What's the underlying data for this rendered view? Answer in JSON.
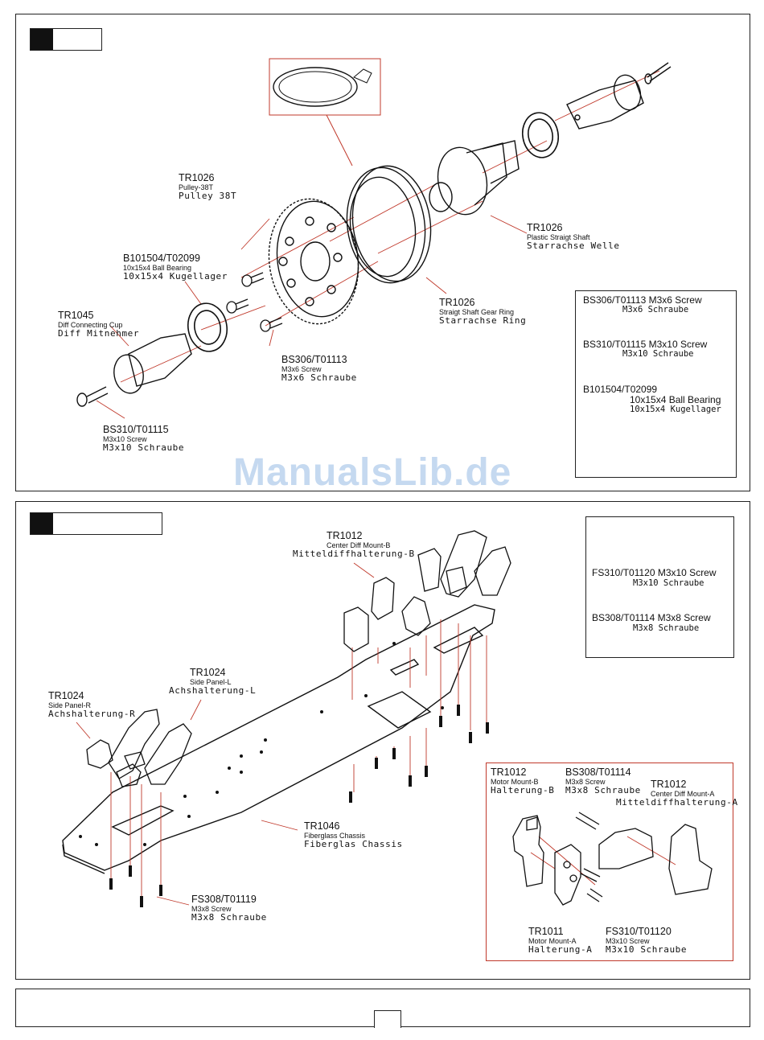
{
  "watermark": "ManualsLib.de",
  "step1": {
    "labels": [
      {
        "code": "TR1026",
        "en": "Pulley-38T",
        "de": "Pulley 38T"
      },
      {
        "code": "B101504/T02099",
        "en": "10x15x4 Ball Bearing",
        "de": "10x15x4 Kugellager"
      },
      {
        "code": "TR1045",
        "en": "Diff Connecting Cup",
        "de": "Diff Mitnehmer"
      },
      {
        "code": "BS310/T01115",
        "en": "M3x10 Screw",
        "de": "M3x10 Schraube"
      },
      {
        "code": "BS306/T01113",
        "en": "M3x6 Screw",
        "de": "M3x6 Schraube"
      },
      {
        "code": "TR1026",
        "en": "Straigt Shaft Gear Ring",
        "de": "Starrachse Ring"
      },
      {
        "code": "TR1026",
        "en": "Plastic Straigt Shaft",
        "de": "Starrachse Welle"
      }
    ],
    "legend": [
      {
        "t1": "BS306/T01113 M3x6 Screw",
        "t2": "M3x6 Schraube"
      },
      {
        "t1": "BS310/T01115 M3x10 Screw",
        "t2": "M3x10 Schraube"
      },
      {
        "t1": "B101504/T02099",
        "t2": ""
      },
      {
        "t1": "10x15x4 Ball Bearing",
        "t2": "10x15x4 Kugellager"
      }
    ]
  },
  "step2": {
    "labels": [
      {
        "code": "TR1012",
        "en": "Center Diff Mount-B",
        "de": "Mitteldiffhalterung-B"
      },
      {
        "code": "TR1024",
        "en": "Side Panel-L",
        "de": "Achshalterung-L"
      },
      {
        "code": "TR1024",
        "en": "Side Panel-R",
        "de": "Achshalterung-R"
      },
      {
        "code": "TR1046",
        "en": "Fiberglass Chassis",
        "de": "Fiberglas Chassis"
      },
      {
        "code": "FS308/T01119",
        "en": "M3x8 Screw",
        "de": "M3x8 Schraube"
      }
    ],
    "legend": [
      {
        "t1": "FS310/T01120 M3x10 Screw",
        "t2": "M3x10 Schraube"
      },
      {
        "t1": "BS308/T01114 M3x8 Screw",
        "t2": "M3x8 Schraube"
      }
    ],
    "detail": [
      {
        "code": "TR1012",
        "en": "Motor Mount-B",
        "de": "Halterung-B"
      },
      {
        "code": "BS308/T01114",
        "en": "M3x8 Screw",
        "de": "M3x8 Schraube"
      },
      {
        "code": "TR1012",
        "en": "Center Diff Mount-A",
        "de": "Mitteldiffhalterung-A"
      },
      {
        "code": "TR1011",
        "en": "Motor Mount-A",
        "de": "Halterung-A"
      },
      {
        "code": "FS310/T01120",
        "en": "M3x10 Screw",
        "de": "M3x10 Schraube"
      }
    ]
  }
}
